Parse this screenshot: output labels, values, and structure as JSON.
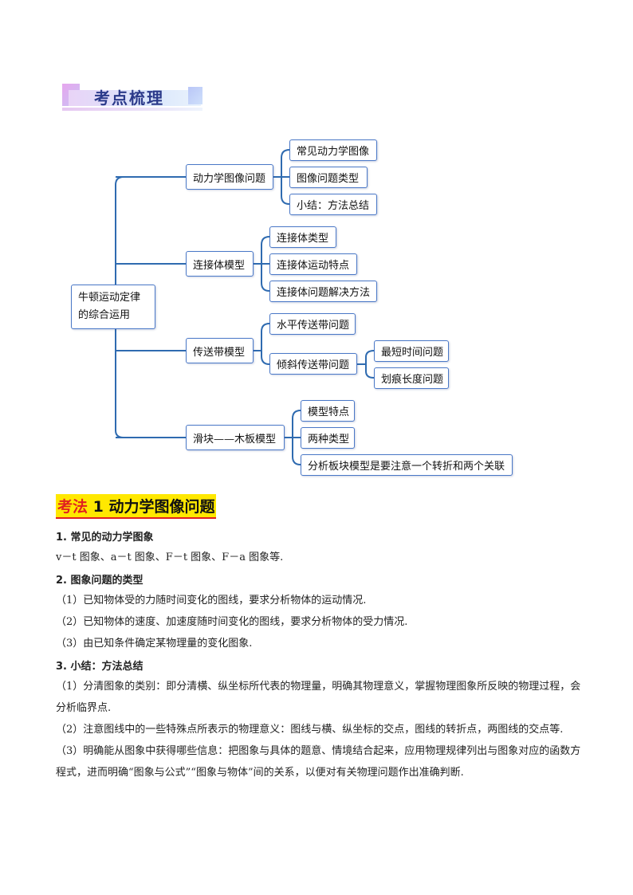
{
  "banner": {
    "title": "考点梳理"
  },
  "mindmap": {
    "root": "牛顿运动定律的综合运用",
    "branches": [
      {
        "label": "动力学图像问题",
        "children": [
          "常见动力学图像",
          "图像问题类型",
          "小结：方法总结"
        ]
      },
      {
        "label": "连接体模型",
        "children": [
          "连接体类型",
          "连接体运动特点",
          "连接体问题解决方法"
        ]
      },
      {
        "label": "传送带模型",
        "children": [
          "水平传送带问题",
          "倾斜传送带问题"
        ],
        "grandchildren": [
          "最短时间问题",
          "划痕长度问题"
        ]
      },
      {
        "label": "滑块——木板模型",
        "children": [
          "模型特点",
          "两种类型",
          "分析板块模型是要注意一个转折和两个关联"
        ]
      }
    ]
  },
  "section": {
    "title_prefix": "考法",
    "title_num": " 1 ",
    "title_rest": "动力学图像问题",
    "h1": "1. 常见的动力学图象",
    "h1_text": "v－t 图象、a－t 图象、F－t 图象、F－a 图象等.",
    "h2": "2. 图象问题的类型",
    "h2_items": [
      "（1）已知物体受的力随时间变化的图线，要求分析物体的运动情况.",
      "（2）已知物体的速度、加速度随时间变化的图线，要求分析物体的受力情况.",
      "（3）由已知条件确定某物理量的变化图象."
    ],
    "h3": "3. 小结：方法总结",
    "h3_items": [
      "（1）分清图象的类别：即分清横、纵坐标所代表的物理量，明确其物理意义，掌握物理图象所反映的物理过程，会分析临界点.",
      "（2）注意图线中的一些特殊点所表示的物理意义：图线与横、纵坐标的交点，图线的转折点，两图线的交点等.",
      "（3）明确能从图象中获得哪些信息：把图象与具体的题意、情境结合起来，应用物理规律列出与图象对应的函数方程式，进而明确“图象与公式”“图象与物体”间的关系，以便对有关物理问题作出准确判断."
    ]
  }
}
